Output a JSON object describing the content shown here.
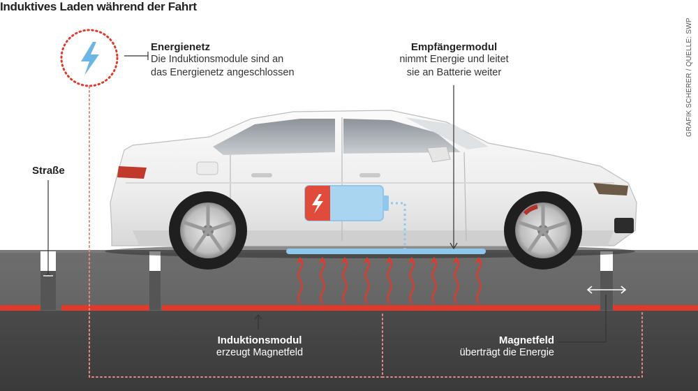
{
  "title": "Induktives Laden während der Fahrt",
  "credit": "GRAFIK SCHERER / QUELLE: SWP",
  "callouts": {
    "energienetz": {
      "heading": "Energienetz",
      "line1": "Die Induktionsmodule sind an",
      "line2": "das Energienetz angeschlossen"
    },
    "empfaenger": {
      "heading": "Empfängermodul",
      "line1": "nimmt Energie und leitet",
      "line2": "sie an Batterie weiter"
    },
    "strasse": {
      "heading": "Straße"
    },
    "induktion": {
      "heading": "Induktionsmodul",
      "line1": "erzeugt Magnetfeld"
    },
    "magnetfeld": {
      "heading": "Magnetfeld",
      "line1": "überträgt die Energie"
    }
  },
  "icons": [
    "lightning-icon",
    "battery-icon",
    "car-illustration",
    "magnetic-wave-arrows"
  ],
  "colors": {
    "accent_red": "#e03a2d",
    "road": "#5b5b5b",
    "road_dark": "#3f3f3f",
    "sky_blue": "#8fc8ec",
    "car_body": "#f2f2f2"
  }
}
